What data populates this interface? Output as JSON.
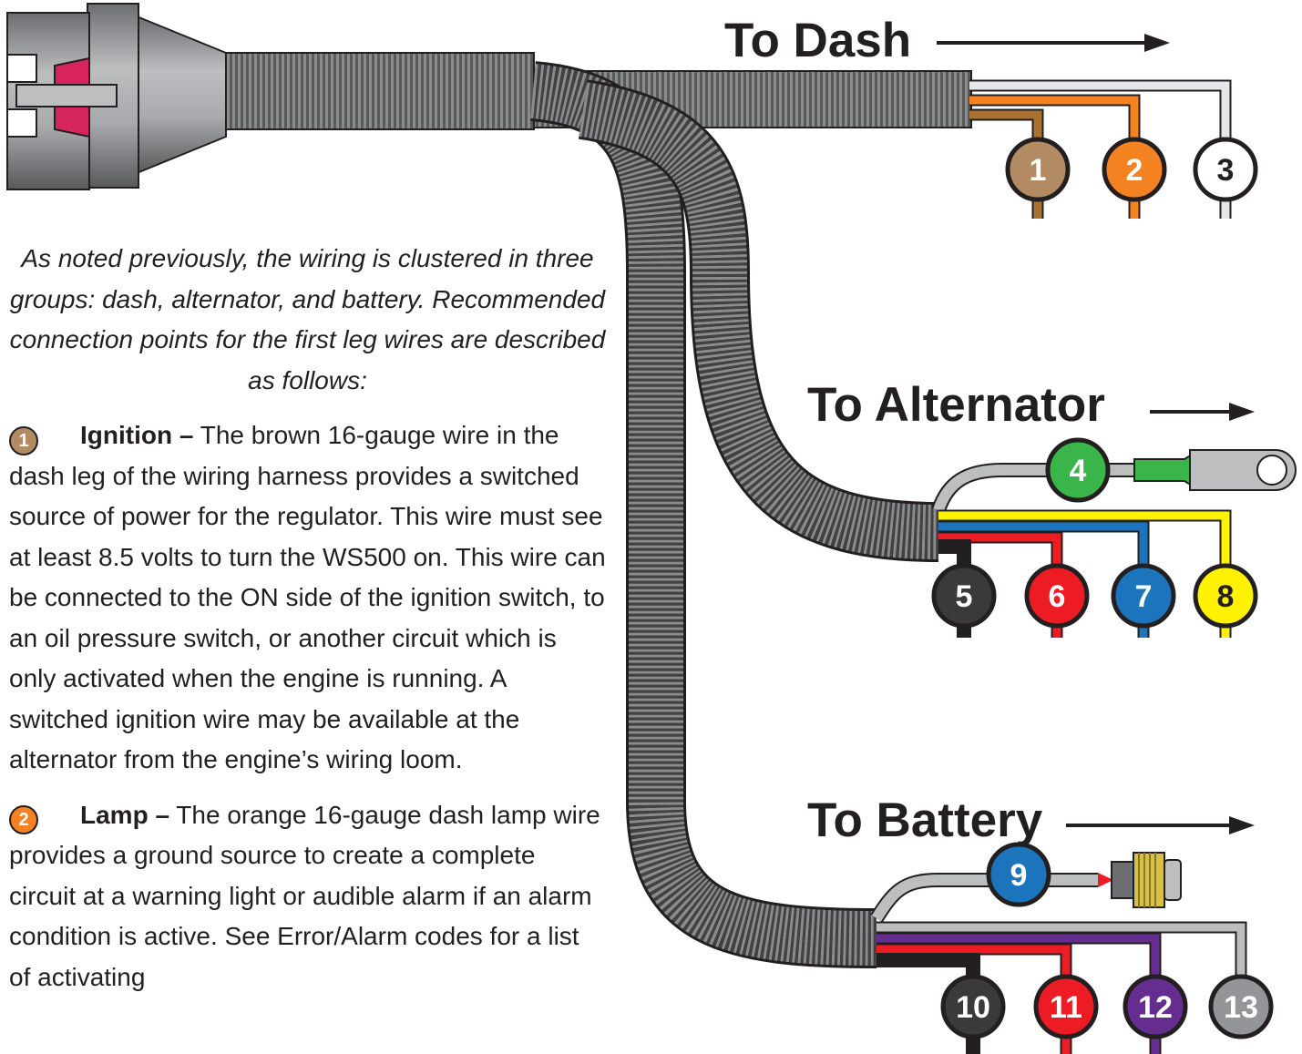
{
  "groups": {
    "dash": {
      "title": "To Dash"
    },
    "alternator": {
      "title": "To Alternator"
    },
    "battery": {
      "title": "To Battery"
    }
  },
  "wires": [
    {
      "n": "1",
      "color": "#b38b63"
    },
    {
      "n": "2",
      "color": "#f58220"
    },
    {
      "n": "3",
      "color": "#ffffff"
    },
    {
      "n": "4",
      "color": "#3ab54a"
    },
    {
      "n": "5",
      "color": "#3a3a3a"
    },
    {
      "n": "6",
      "color": "#ed1c24"
    },
    {
      "n": "7",
      "color": "#1c75bc"
    },
    {
      "n": "8",
      "color": "#fff200"
    },
    {
      "n": "9",
      "color": "#1c75bc"
    },
    {
      "n": "10",
      "color": "#3a3a3a"
    },
    {
      "n": "11",
      "color": "#ed1c24"
    },
    {
      "n": "12",
      "color": "#662d91"
    },
    {
      "n": "13",
      "color": "#939598"
    }
  ],
  "text": {
    "intro": "As noted previously, the wiring is clustered in three groups: dash, alternator, and battery. Recommended connection points for the first leg wires are described as follows:",
    "sections": [
      {
        "badge": "1",
        "badge_color": "#b38b63",
        "heading": "Ignition –",
        "body": " The brown 16-gauge wire in the dash leg of the wiring harness provides a switched source of power for the regulator. This wire must see at least 8.5 volts to turn the WS500 on. This wire can be connected to the ON side of the ignition switch, to an oil pressure switch, or another circuit which is only activated when the engine is running. A switched ignition wire may be available at the alternator from the engine’s wiring loom."
      },
      {
        "badge": "2",
        "badge_color": "#f58220",
        "heading": "Lamp –",
        "body": " The orange 16-gauge dash lamp wire provides a ground source to create a complete circuit at a warning light or audible alarm if an alarm condition is active. See Error/Alarm codes for a list of activating"
      }
    ]
  }
}
